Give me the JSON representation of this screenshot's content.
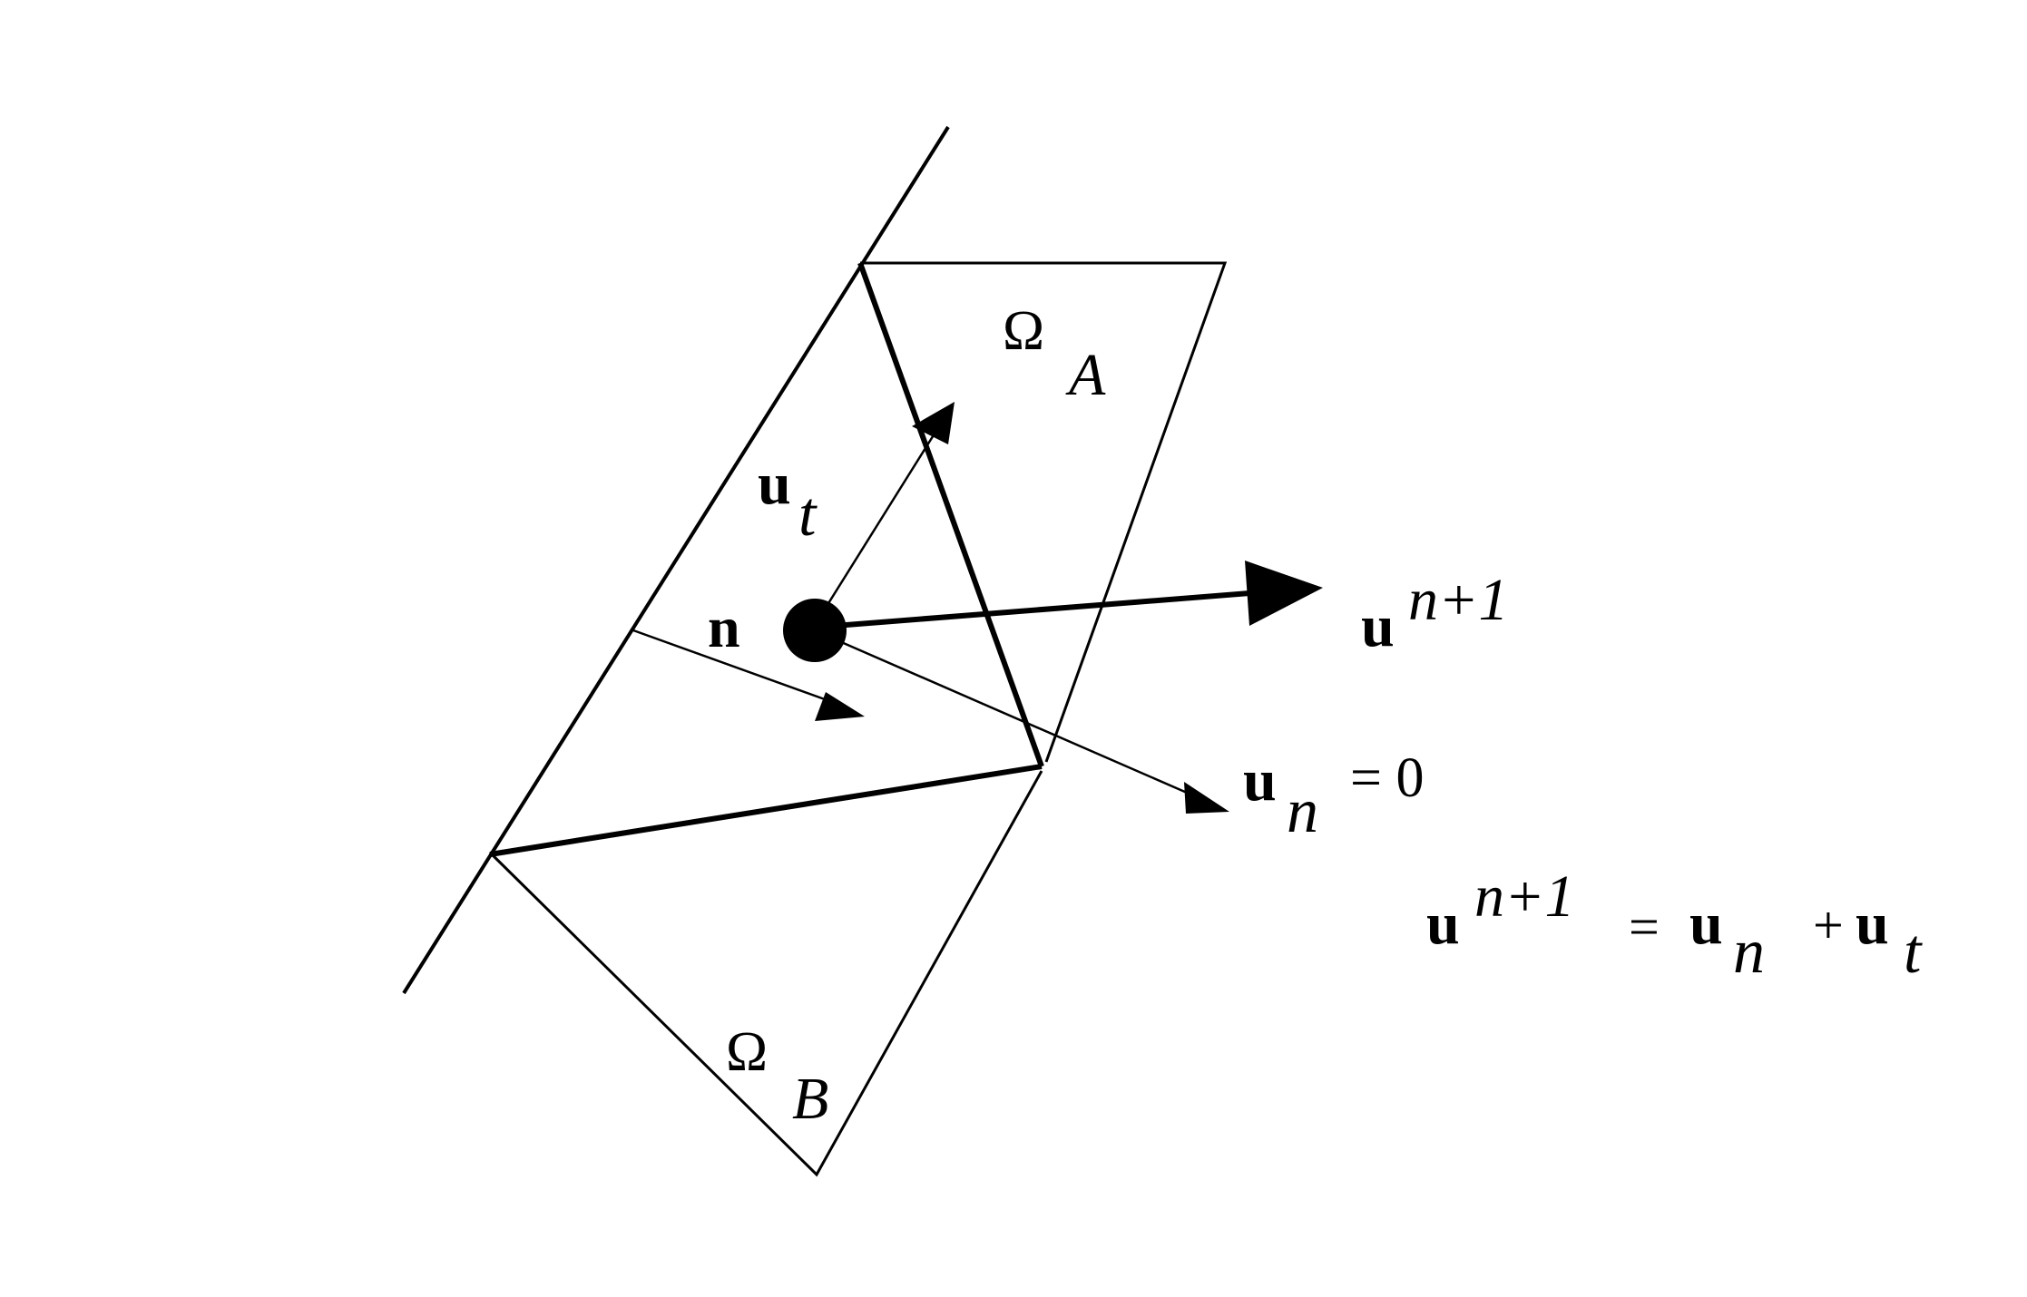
{
  "colors": {
    "background": "#ffffff",
    "ink": "#000000"
  },
  "labels": {
    "omega_a": {
      "symbol": "Ω",
      "sub": "A"
    },
    "omega_b": {
      "symbol": "Ω",
      "sub": "B"
    },
    "u_t": {
      "base": "u",
      "sub": "t"
    },
    "n": {
      "base": "n"
    },
    "u_next": {
      "base": "u",
      "sup": "n+1"
    },
    "u_n_zero": {
      "base": "u",
      "sub": "n",
      "rhs": "= 0"
    },
    "equation": {
      "lhs_base": "u",
      "lhs_sup": "n+1",
      "eq": "=",
      "term1_base": "u",
      "term1_sub": "n",
      "plus": "+",
      "term2_base": "u",
      "term2_sub": "t"
    }
  }
}
